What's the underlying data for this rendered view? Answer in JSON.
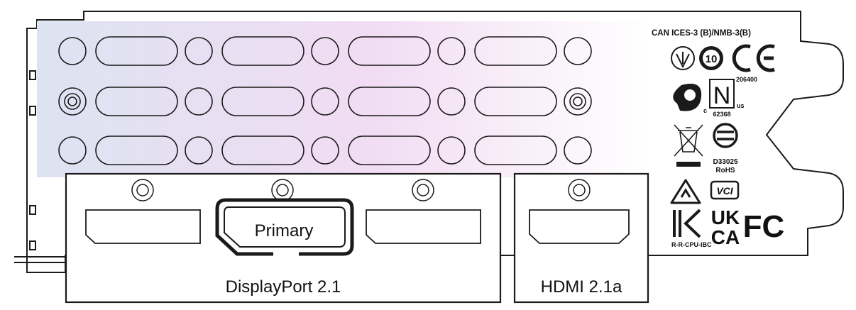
{
  "ports": {
    "displayport_label": "DisplayPort 2.1",
    "primary_label": "Primary",
    "hdmi_label": "HDMI 2.1a"
  },
  "certifications": {
    "can_ices": "CAN ICES-3 (B)/NMB-3(B)",
    "rcm_number": "206400",
    "csa_c": "c",
    "nom_number": "62368",
    "csa_us": "us",
    "weee_code": "D33025",
    "rohs": "RoHS",
    "vcci": "VCI",
    "uk": "UK",
    "ca": "CA",
    "kc_code": "R-R-CPU-IBC",
    "fc": "FC",
    "nom": "N",
    "china_rohs": "10"
  },
  "colors": {
    "outline": "#1a1a1a",
    "gradient_left": "#dde3f2",
    "gradient_mid": "#f1dcf3",
    "gradient_right": "#ffffff"
  }
}
